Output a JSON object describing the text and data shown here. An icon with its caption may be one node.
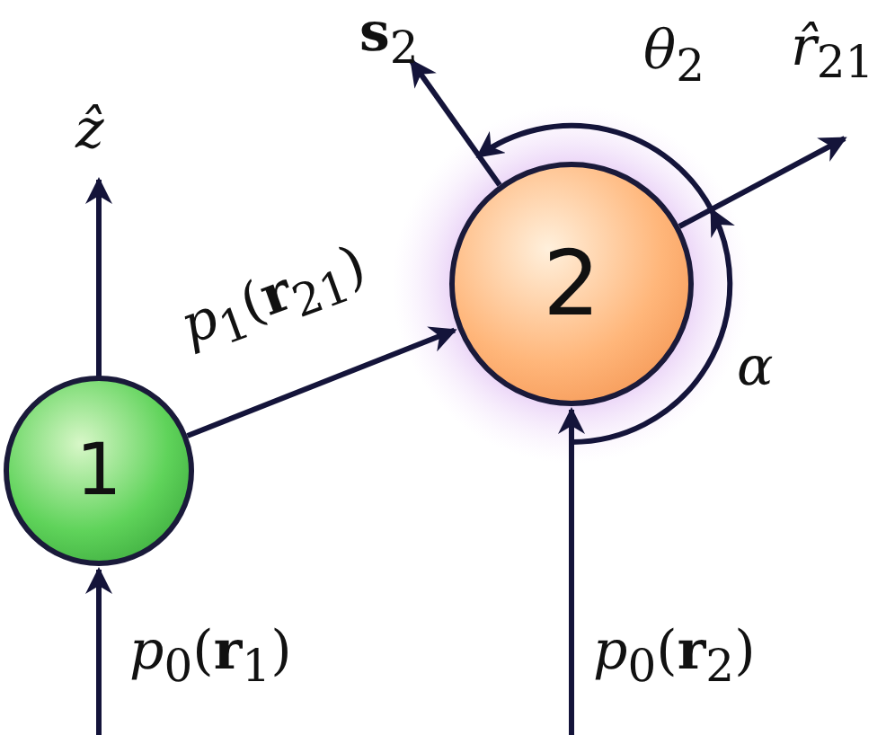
{
  "diagram": {
    "nodes": [
      {
        "text": [
          "1"
        ]
      },
      {
        "text": [
          "2"
        ]
      }
    ],
    "edges": [
      {
        "from": null,
        "to": 0,
        "arrow": "to",
        "label": "*p*$_{0}$(**r**$_{1}$)"
      },
      {
        "from": 0,
        "to": 1,
        "arrow": "to",
        "label": "*p*$_{1}$(**r**$_{21}$)"
      },
      {
        "from": null,
        "to": 1,
        "arrow": "to",
        "label": "*p*$_{0}$(**r**$_{2}$)"
      }
    ],
    "labels": [
      "*ẑ*",
      "**s**$_{2}$",
      "*θ*$_{2}$",
      "*r̂*$_{21}$",
      "*α*"
    ]
  }
}
